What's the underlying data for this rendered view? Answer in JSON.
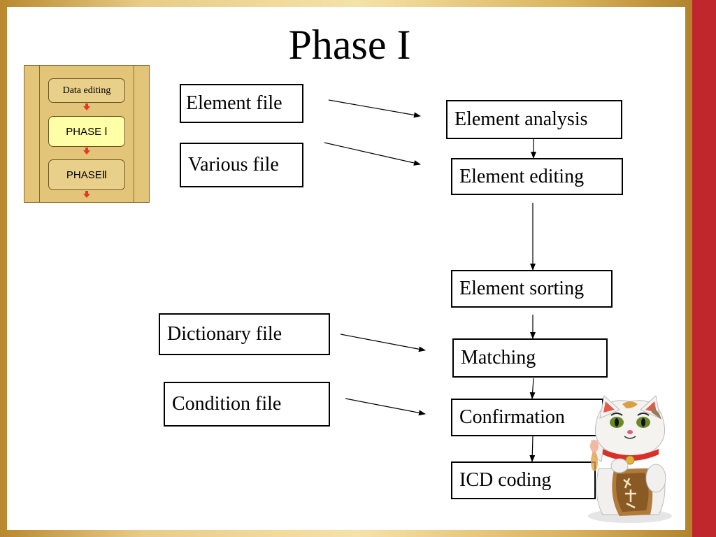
{
  "slide": {
    "title": "Phase I"
  },
  "navigator": {
    "steps": [
      {
        "label": "Data editing"
      },
      {
        "label": "PHASE Ⅰ"
      },
      {
        "label": "PHASEⅡ"
      }
    ]
  },
  "inputs": {
    "element_file": "Element file",
    "various_file": "Various file",
    "dictionary_file": "Dictionary file",
    "condition_file": "Condition file"
  },
  "process": {
    "element_analysis": "Element analysis",
    "element_editing": "Element editing",
    "element_sorting": "Element sorting",
    "matching": "Matching",
    "confirmation": "Confirmation",
    "icd_coding": "ICD coding"
  },
  "colors": {
    "frame_gold": "#d9b25c",
    "side_red": "#c0272d",
    "active_step": "#ffffa8",
    "step_arrow": "#e8352b"
  },
  "decoration": {
    "figurine": "maneki-neko-icon"
  }
}
